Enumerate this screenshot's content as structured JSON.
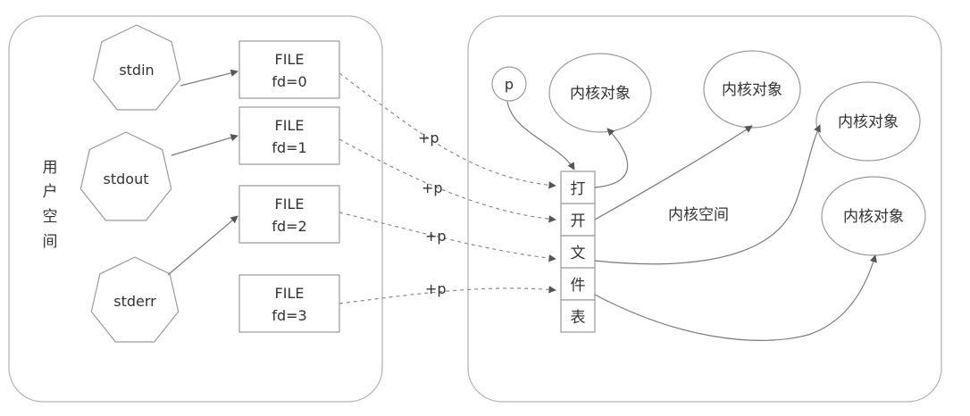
{
  "user_space": {
    "label": "用户空间",
    "streams": [
      "stdin",
      "stdout",
      "stderr"
    ],
    "files": [
      {
        "l1": "FILE",
        "l2": "fd=0"
      },
      {
        "l1": "FILE",
        "l2": "fd=1"
      },
      {
        "l1": "FILE",
        "l2": "fd=2"
      },
      {
        "l1": "FILE",
        "l2": "fd=3"
      }
    ],
    "pointer_label": "+p"
  },
  "kernel_space": {
    "label": "内核空间",
    "p_label": "p",
    "table_chars": [
      "打",
      "开",
      "文",
      "件",
      "表"
    ],
    "kernel_objects": [
      "内核对象",
      "内核对象",
      "内核对象",
      "内核对象"
    ]
  },
  "colors": {
    "stroke": "#9a9a9a",
    "arrow": "#555555",
    "text": "#333333",
    "dashed": "#8a8a8a"
  }
}
